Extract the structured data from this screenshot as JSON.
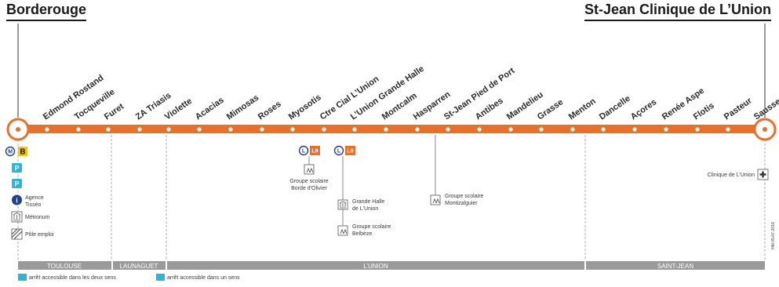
{
  "terminus": {
    "start": "Borderouge",
    "end": "St-Jean Clinique de L’Union"
  },
  "line_color": "#e8702a",
  "stops": [
    "Edmond Rostand",
    "Tocqueville",
    "Furet",
    "ZA Triasis",
    "Violette",
    "Acacias",
    "Mimosas",
    "Roses",
    "Myosotis",
    "Ctre Cial L’Union",
    "L’Union Grande Halle",
    "Montcalm",
    "Hasparren",
    "St-Jean Pied de Port",
    "Antibes",
    "Mandelieu",
    "Grasse",
    "Menton",
    "Dancelle",
    "Açores",
    "Renée Aspe",
    "Flotis",
    "Pasteur",
    "Sausse"
  ],
  "start_services": {
    "metro_badge": "M",
    "metro_line": "B",
    "parking_icon": "parking-icon",
    "bike_parking_icon": "bike-parking-icon",
    "info_badge": "i",
    "agency_label": "Agence\nTisséo",
    "metronum_label": "Métronum",
    "pole_emploi_label": "Pôle emploi"
  },
  "connections": {
    "linea_badge": "L",
    "linea_line": "L9",
    "school_borde": "Groupe scolaire\nBorde d'Olivier",
    "grande_halle": "Grande Halle\nde L'Union",
    "school_belbeze": "Groupe scolaire\nBelbèze",
    "school_montizalguier": "Groupe scolaire\nMontizalguier",
    "clinique": "Clinique de L’Union"
  },
  "zones": [
    "TOULOUSE",
    "LAUNAGUET",
    "L’UNION",
    "SAINT-JEAN"
  ],
  "legend": {
    "both_ways": "arrêt accessible dans les deux sens",
    "one_way": "arrêt accessible dans un sens"
  },
  "footnote": "HM 05-07-2019"
}
